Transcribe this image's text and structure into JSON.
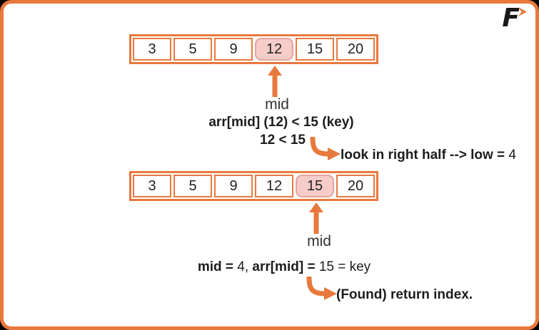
{
  "colors": {
    "accent_orange": "#E8793D",
    "highlight_fill": "#F5CCC8",
    "highlight_border": "#E2A49C",
    "text_dark": "#1C1C1C",
    "outer_background": "#000000"
  },
  "logo": {
    "letter": "F"
  },
  "arrays": [
    {
      "cells": [
        "3",
        "5",
        "9",
        "12",
        "15",
        "20"
      ],
      "highlight_index": 3,
      "pointer_label": "mid"
    },
    {
      "cells": [
        "3",
        "5",
        "9",
        "12",
        "15",
        "20"
      ],
      "highlight_index": 4,
      "pointer_label": "mid"
    }
  ],
  "step1": {
    "comparison_line1": "arr[mid] (12) < 15 (key)",
    "comparison_line2": "12 < 15",
    "action_bold": "look in right half --> low = ",
    "action_value": "4"
  },
  "step2": {
    "result_bold1": "mid = ",
    "result_regular1": "4, ",
    "result_bold2": "arr[mid] = ",
    "result_regular2": "15 = key",
    "action": "(Found) return index."
  }
}
